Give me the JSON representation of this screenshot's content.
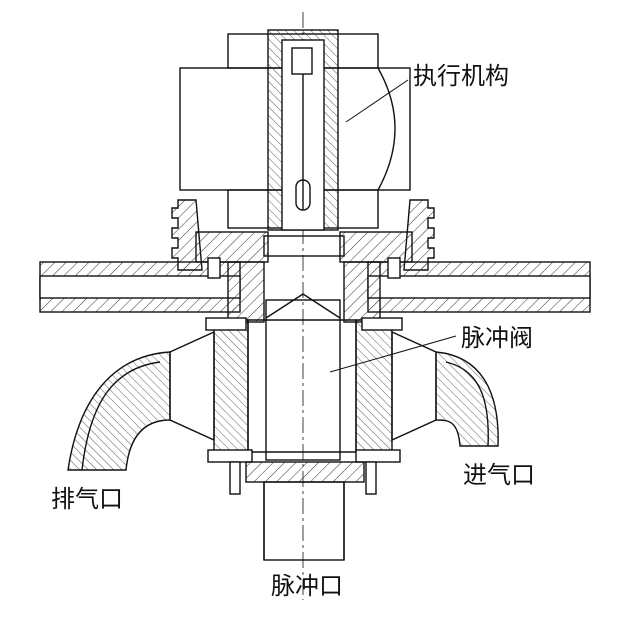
{
  "labels": {
    "actuator": "执行机构",
    "pulse_valve": "脉冲阀",
    "inlet": "进气口",
    "exhaust": "排气口",
    "pulse_port": "脉冲口"
  }
}
